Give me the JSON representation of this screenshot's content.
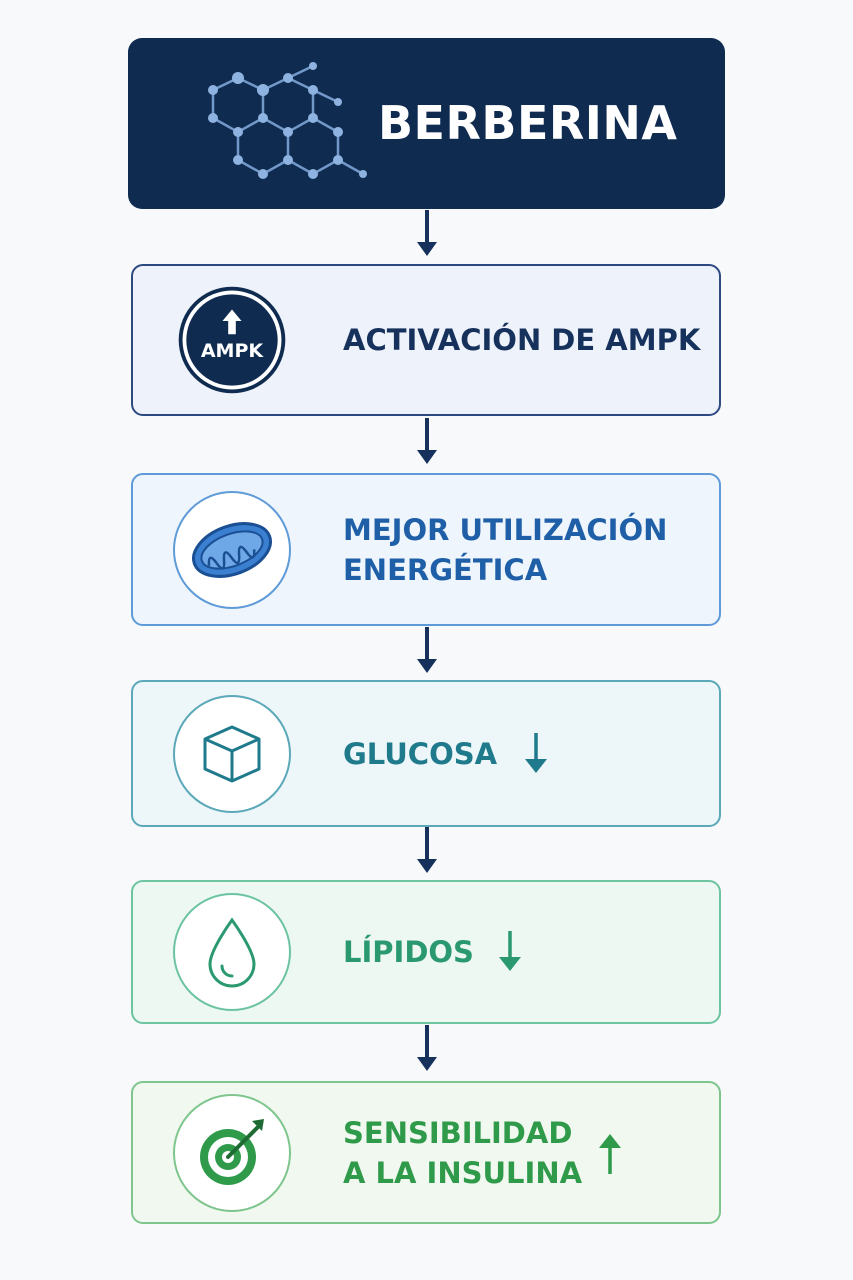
{
  "header": {
    "title": "BERBERINA",
    "icon": "molecule-icon"
  },
  "steps": [
    {
      "label_lines": [
        "ACTIVACIÓN DE AMPK"
      ],
      "icon": "ampk-up-icon",
      "icon_text": "AMPK",
      "color": "#15315c",
      "bg": "#eef2fa",
      "border": "#2c4a80"
    },
    {
      "label_lines": [
        "MEJOR UTILIZACIÓN",
        "ENERGÉTICA"
      ],
      "icon": "mitochondria-icon",
      "color": "#1f5fa8",
      "bg": "#eef5fc",
      "border": "#5e9bd8"
    },
    {
      "label_lines": [
        "GLUCOSA"
      ],
      "icon": "cube-icon",
      "trend": "down",
      "color": "#1f7a8c",
      "bg": "#edf6f8",
      "border": "#5aa8b8"
    },
    {
      "label_lines": [
        "LÍPIDOS"
      ],
      "icon": "drop-icon",
      "trend": "down",
      "color": "#2a9970",
      "bg": "#eef8f3",
      "border": "#6cc4a0"
    },
    {
      "label_lines": [
        "SENSIBILIDAD",
        "A LA INSULINA"
      ],
      "icon": "target-icon",
      "trend": "up",
      "color": "#2e9a4a",
      "bg": "#f0f8ef",
      "border": "#7ec58e"
    }
  ],
  "colors": {
    "header_bg": "#0f2b50",
    "connector": "#15315c"
  }
}
